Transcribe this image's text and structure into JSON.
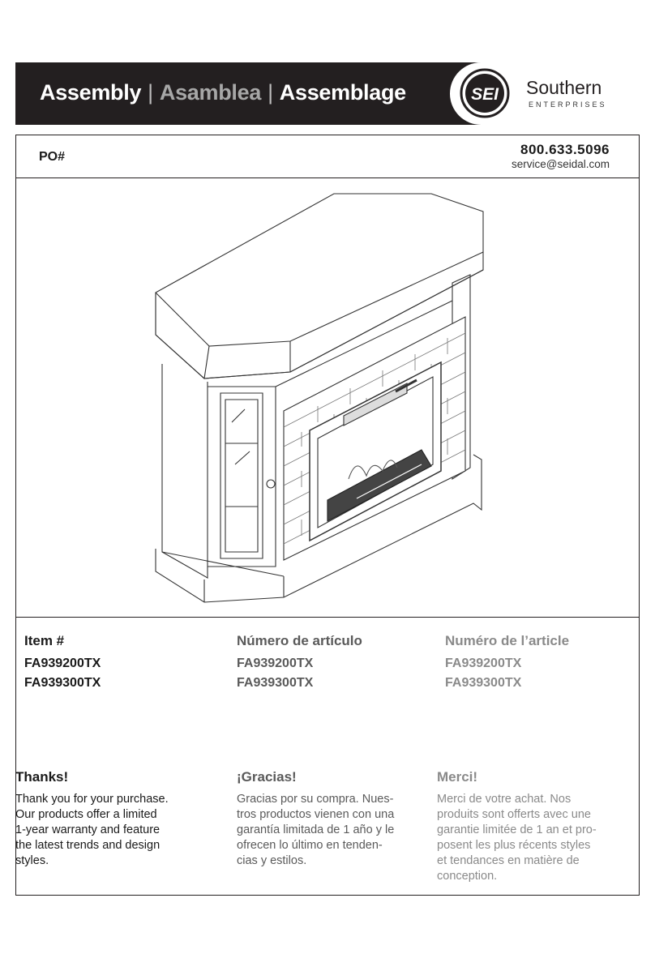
{
  "header": {
    "title_assembly": "Assembly",
    "title_asamblea": "Asamblea",
    "title_assemblage": "Assemblage",
    "separator": "|",
    "logo_mark_text": "SEI",
    "logo_name": "Southern",
    "logo_sub": "ENTERPRISES"
  },
  "contact": {
    "po_label": "PO#",
    "phone": "800.633.5096",
    "email": "service@seidal.com"
  },
  "items": {
    "english": {
      "heading": "Item #",
      "codes": [
        "FA939200TX",
        "FA939300TX"
      ]
    },
    "spanish": {
      "heading": "Número de artículo",
      "codes": [
        "FA939200TX",
        "FA939300TX"
      ]
    },
    "french": {
      "heading": "Numéro de l’article",
      "codes": [
        "FA939200TX",
        "FA939300TX"
      ]
    }
  },
  "thanks": {
    "english": {
      "heading": "Thanks!",
      "body": [
        "Thank you for your purchase.",
        "Our products offer a limited",
        "1-year warranty and feature",
        "the latest trends and design",
        "styles."
      ]
    },
    "spanish": {
      "heading": "¡Gracias!",
      "body": [
        "Gracias por su compra. Nues-",
        "tros productos vienen con una",
        "garantía limitada de 1 año y le",
        "ofrecen lo último en tenden-",
        "cias y estilos."
      ]
    },
    "french": {
      "heading": "Merci!",
      "body": [
        "Merci de votre achat. Nos",
        "produits sont offerts avec une",
        "garantie limitée de 1 an et pro-",
        "posent les plus récents styles",
        "et tendances en matière de",
        "conception."
      ]
    }
  }
}
